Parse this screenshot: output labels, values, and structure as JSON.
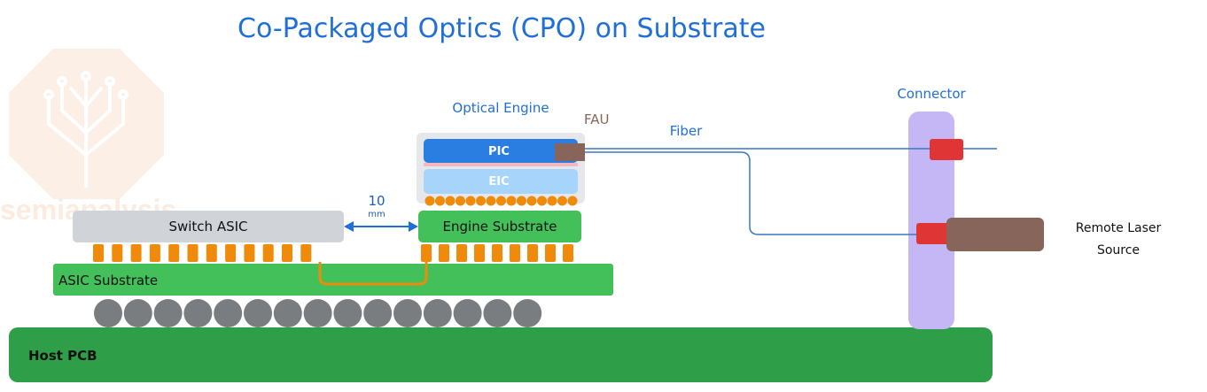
{
  "title": "Co-Packaged Optics (CPO) on Substrate",
  "watermark": {
    "text": "semianalysis",
    "icon": "circuit-tree-logo"
  },
  "labels": {
    "optical_engine": "Optical Engine",
    "fau": "FAU",
    "fiber": "Fiber",
    "connector": "Connector",
    "pic": "PIC",
    "eic": "EIC",
    "switch_asic": "Switch ASIC",
    "engine_substrate": "Engine Substrate",
    "asic_substrate": "ASIC Substrate",
    "host_pcb": "Host PCB",
    "distance_value": "10",
    "distance_unit": "mm",
    "remote_laser_line1": "Remote Laser",
    "remote_laser_line2": "Source"
  },
  "colors": {
    "title": "#1f6fd6",
    "green_dark": "#2e9e48",
    "green_light": "#43c05a",
    "bump": "#f08a0a",
    "ball": "#7a7d80",
    "pic": "#2a7de1",
    "eic": "#a6d4fb",
    "switch_asic": "#d0d3d8",
    "connector": "#c5b6f5",
    "red_port": "#e03535",
    "brown": "#87655a",
    "fiber": "#3a78c4",
    "watermark": "#f5c9a6"
  }
}
